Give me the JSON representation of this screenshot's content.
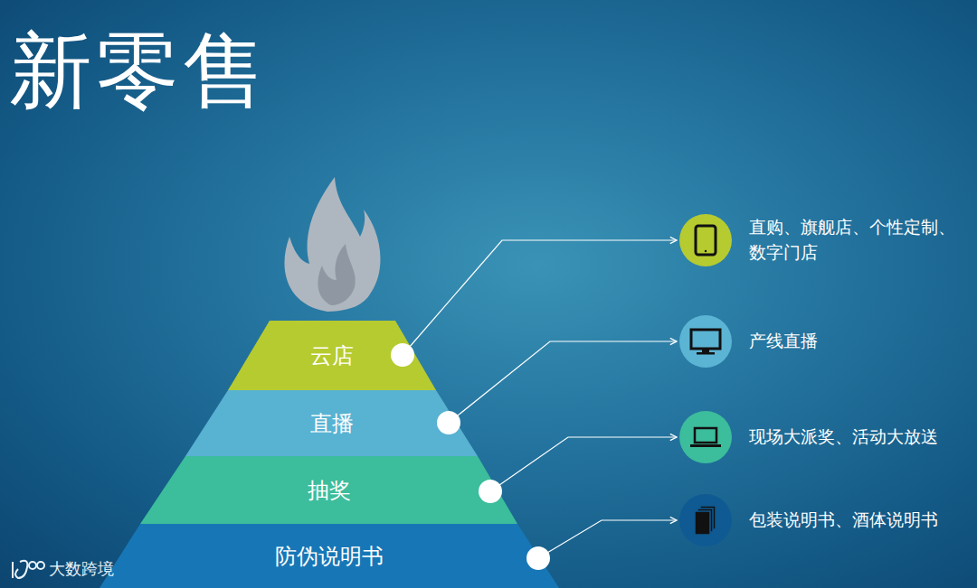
{
  "diagram": {
    "title": "新零售",
    "nodes": [
      {
        "text": [
          "云店"
        ]
      },
      {
        "text": [
          "直播"
        ]
      },
      {
        "text": [
          "抽奖"
        ]
      },
      {
        "text": [
          "防伪说明书"
        ]
      },
      {
        "text": [
          "直购、旗舰店、个性定制、数字门店"
        ]
      },
      {
        "text": [
          "产线直播"
        ]
      },
      {
        "text": [
          "现场大派奖、活动大放送"
        ]
      },
      {
        "text": [
          "包装说明书、酒体说明书"
        ]
      }
    ],
    "edges": [
      {
        "from": 0,
        "to": 4,
        "arrow": "to"
      },
      {
        "from": 1,
        "to": 5,
        "arrow": "to"
      },
      {
        "from": 2,
        "to": 6,
        "arrow": "to"
      },
      {
        "from": 3,
        "to": 7,
        "arrow": "to"
      }
    ],
    "labels": [
      "大数跨境"
    ]
  }
}
